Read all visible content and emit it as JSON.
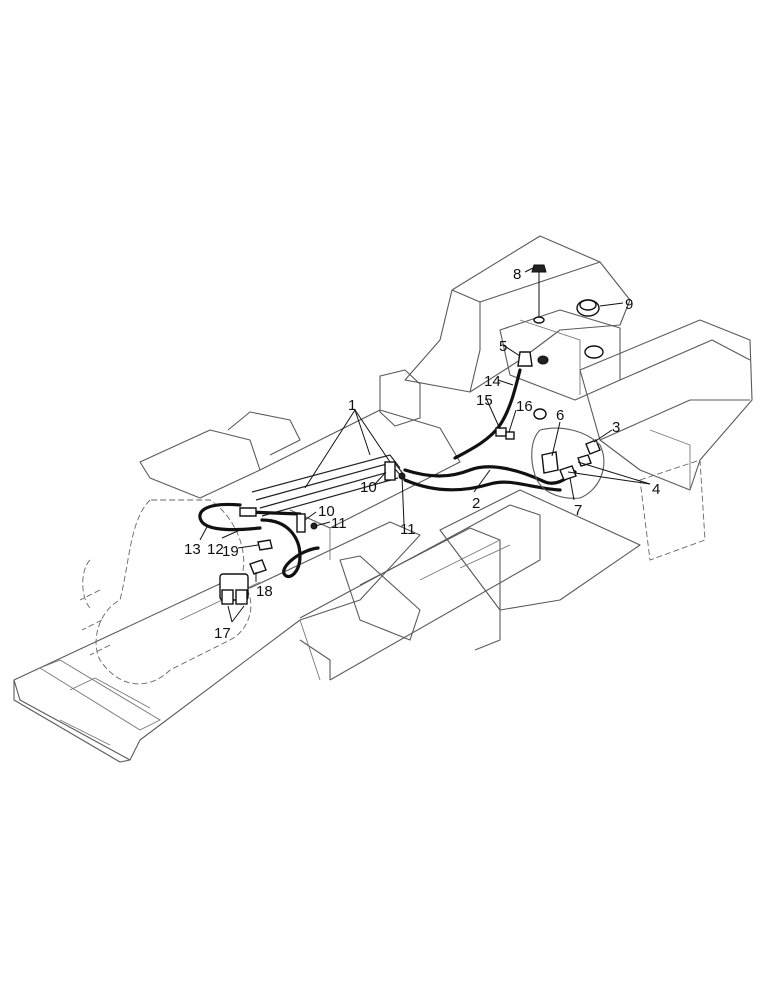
{
  "callouts": {
    "c1": "1",
    "c2": "2",
    "c3": "3",
    "c4": "4",
    "c5": "5",
    "c6": "6",
    "c7": "7",
    "c8": "8",
    "c9": "9",
    "c10a": "10",
    "c10b": "10",
    "c11a": "11",
    "c11b": "11",
    "c12": "12",
    "c13": "13",
    "c14": "14",
    "c15": "15",
    "c16": "16",
    "c17": "17",
    "c18": "18",
    "c19": "19"
  }
}
